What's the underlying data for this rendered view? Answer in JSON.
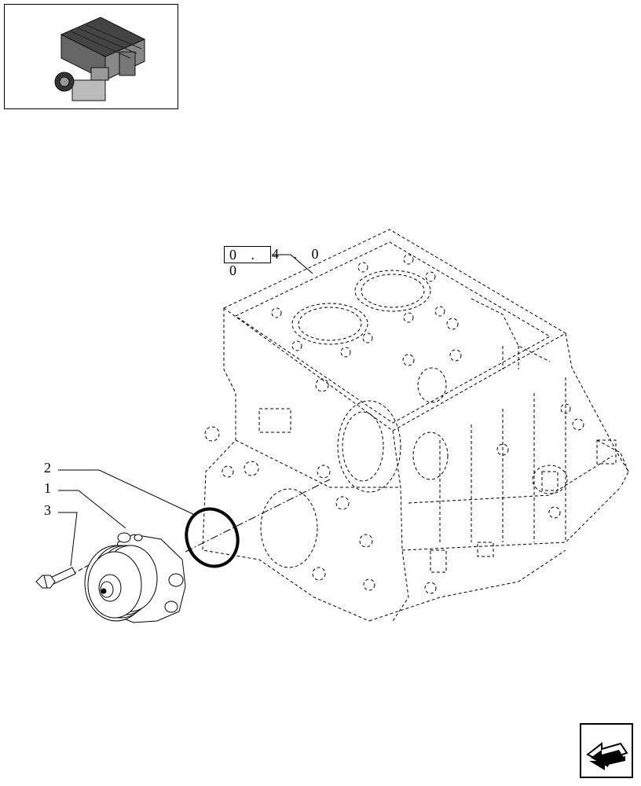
{
  "thumbnail": {
    "icon": "engine-thumbnail-icon"
  },
  "reference": {
    "box_text": "0 . 0",
    "tail_text": "4 . 0"
  },
  "callouts": [
    {
      "number": "2",
      "part": "gasket-ring"
    },
    {
      "number": "1",
      "part": "water-pump"
    },
    {
      "number": "3",
      "part": "bolt"
    }
  ],
  "navigation": {
    "icon": "back-arrow-icon"
  },
  "colors": {
    "ink": "#000000",
    "background": "#ffffff"
  }
}
